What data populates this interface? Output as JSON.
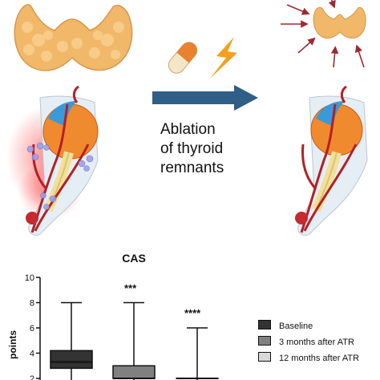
{
  "caption": {
    "line1": "Ablation",
    "line2": "of thyroid",
    "line3": "remnants"
  },
  "icons": {
    "gland_left": "thyroid-gland-icon",
    "gland_right": "small-thyroid-gland-icon",
    "pill": "capsule-pill-icon",
    "bolt": "lightning-bolt-icon",
    "arrow": "right-arrow-icon",
    "eye_left": "inflamed-eye-orbit-icon",
    "eye_right": "healthy-eye-orbit-icon"
  },
  "colors": {
    "thyroid": "#f1b86a",
    "arrow": "#2f5e86",
    "pill_orange": "#e9822f",
    "pill_cream": "#f4e6c8",
    "bolt": "#f2a11f",
    "inflammation": "#ff3b3b",
    "baseline_fill": "#333333",
    "three_month_fill": "#808080",
    "twelve_month_fill": "#d9d9d9"
  },
  "chart_data": {
    "type": "box",
    "title": "CAS",
    "ylabel": "points",
    "ylim": [
      2,
      10
    ],
    "yticks": [
      "2",
      "4",
      "6",
      "8",
      "10"
    ],
    "grid": false,
    "legend_position": "right",
    "series": [
      {
        "name": "Baseline",
        "min": 2,
        "q1": 2.8,
        "median": 3.3,
        "q3": 4.2,
        "max": 8,
        "significance": ""
      },
      {
        "name": "3 months after ATR",
        "min": 2,
        "q1": 2,
        "median": 2,
        "q3": 3,
        "max": 8,
        "significance": "***"
      },
      {
        "name": "12 months after ATR",
        "min": 2,
        "q1": 2,
        "median": 2,
        "q3": 2,
        "max": 6,
        "significance": "****"
      }
    ]
  }
}
